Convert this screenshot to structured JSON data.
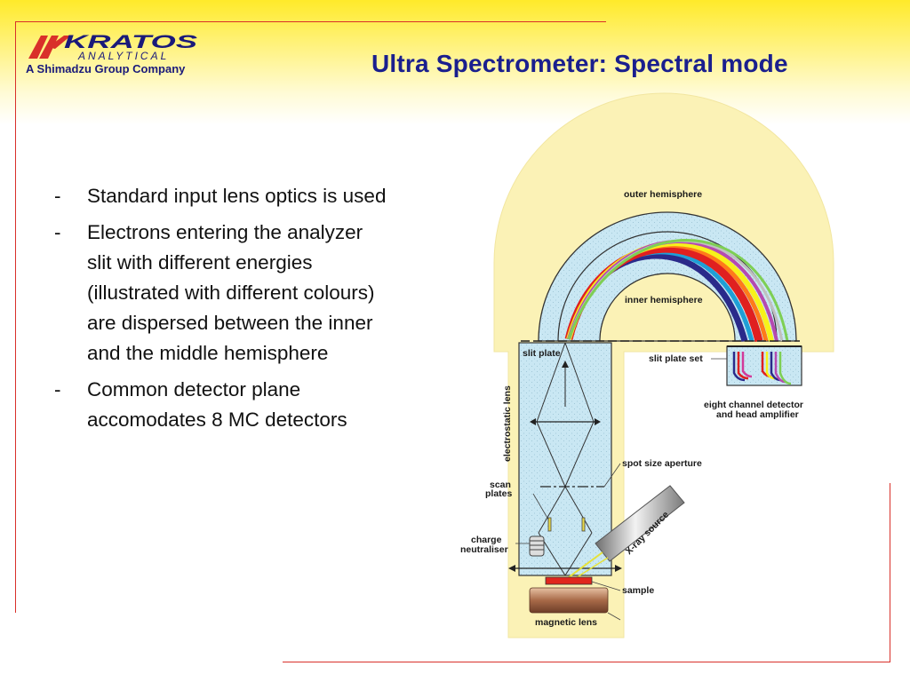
{
  "header": {
    "brand_name": "KRATOS",
    "brand_sub": "ANALYTICAL",
    "tagline": "A Shimadzu Group Company",
    "title": "Ultra Spectrometer: Spectral mode"
  },
  "bullets": [
    {
      "marker": "-",
      "text": "Standard input lens optics is used"
    },
    {
      "marker": "-",
      "text": " Electrons entering the analyzer slit with different energies (illustrated with different colours) are dispersed between the inner and the middle hemisphere"
    },
    {
      "marker": "-",
      "text": "Common detector plane accomodates 8 MC detectors"
    }
  ],
  "diagram": {
    "labels": {
      "outer_hemisphere": "outer hemisphere",
      "inner_hemisphere": "inner hemisphere",
      "slit_plate": "slit plate",
      "slit_plate_set": "slit plate set",
      "detector_line1": "eight channel detector",
      "detector_line2": "and head amplifier",
      "electrostatic_lens": "electrostatic lens",
      "spot_size_aperture": "spot size aperture",
      "scan_line1": "scan",
      "scan_line2": "plates",
      "charge_line1": "charge",
      "charge_line2": "neutraliser",
      "xray_source": "X-ray source",
      "sample": "sample",
      "magnetic_lens": "magnetic lens"
    },
    "beam_colors": [
      "#e02020",
      "#ff7a1a",
      "#f7f21a",
      "#b54ab0",
      "#2a2a8a",
      "#1f9fd6",
      "#7ecf54",
      "#c0c0c0"
    ]
  },
  "colors": {
    "title": "#1a1f8e",
    "accent_red": "#d9302a",
    "yellow_band": "#ffea2a",
    "chamber": "#fbf2b6",
    "lens_fill": "#c9e7f3"
  }
}
